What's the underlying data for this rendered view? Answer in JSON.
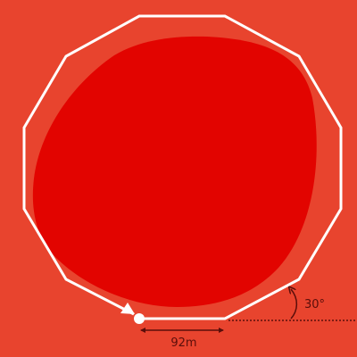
{
  "diagram": {
    "polygon_sides": 12,
    "side_length_label": "92m",
    "turn_angle_label": "30°",
    "colors": {
      "background": "#e8442e",
      "blob": "#e20400",
      "outline": "#ffffff",
      "annotation": "#5a0e0a"
    }
  }
}
